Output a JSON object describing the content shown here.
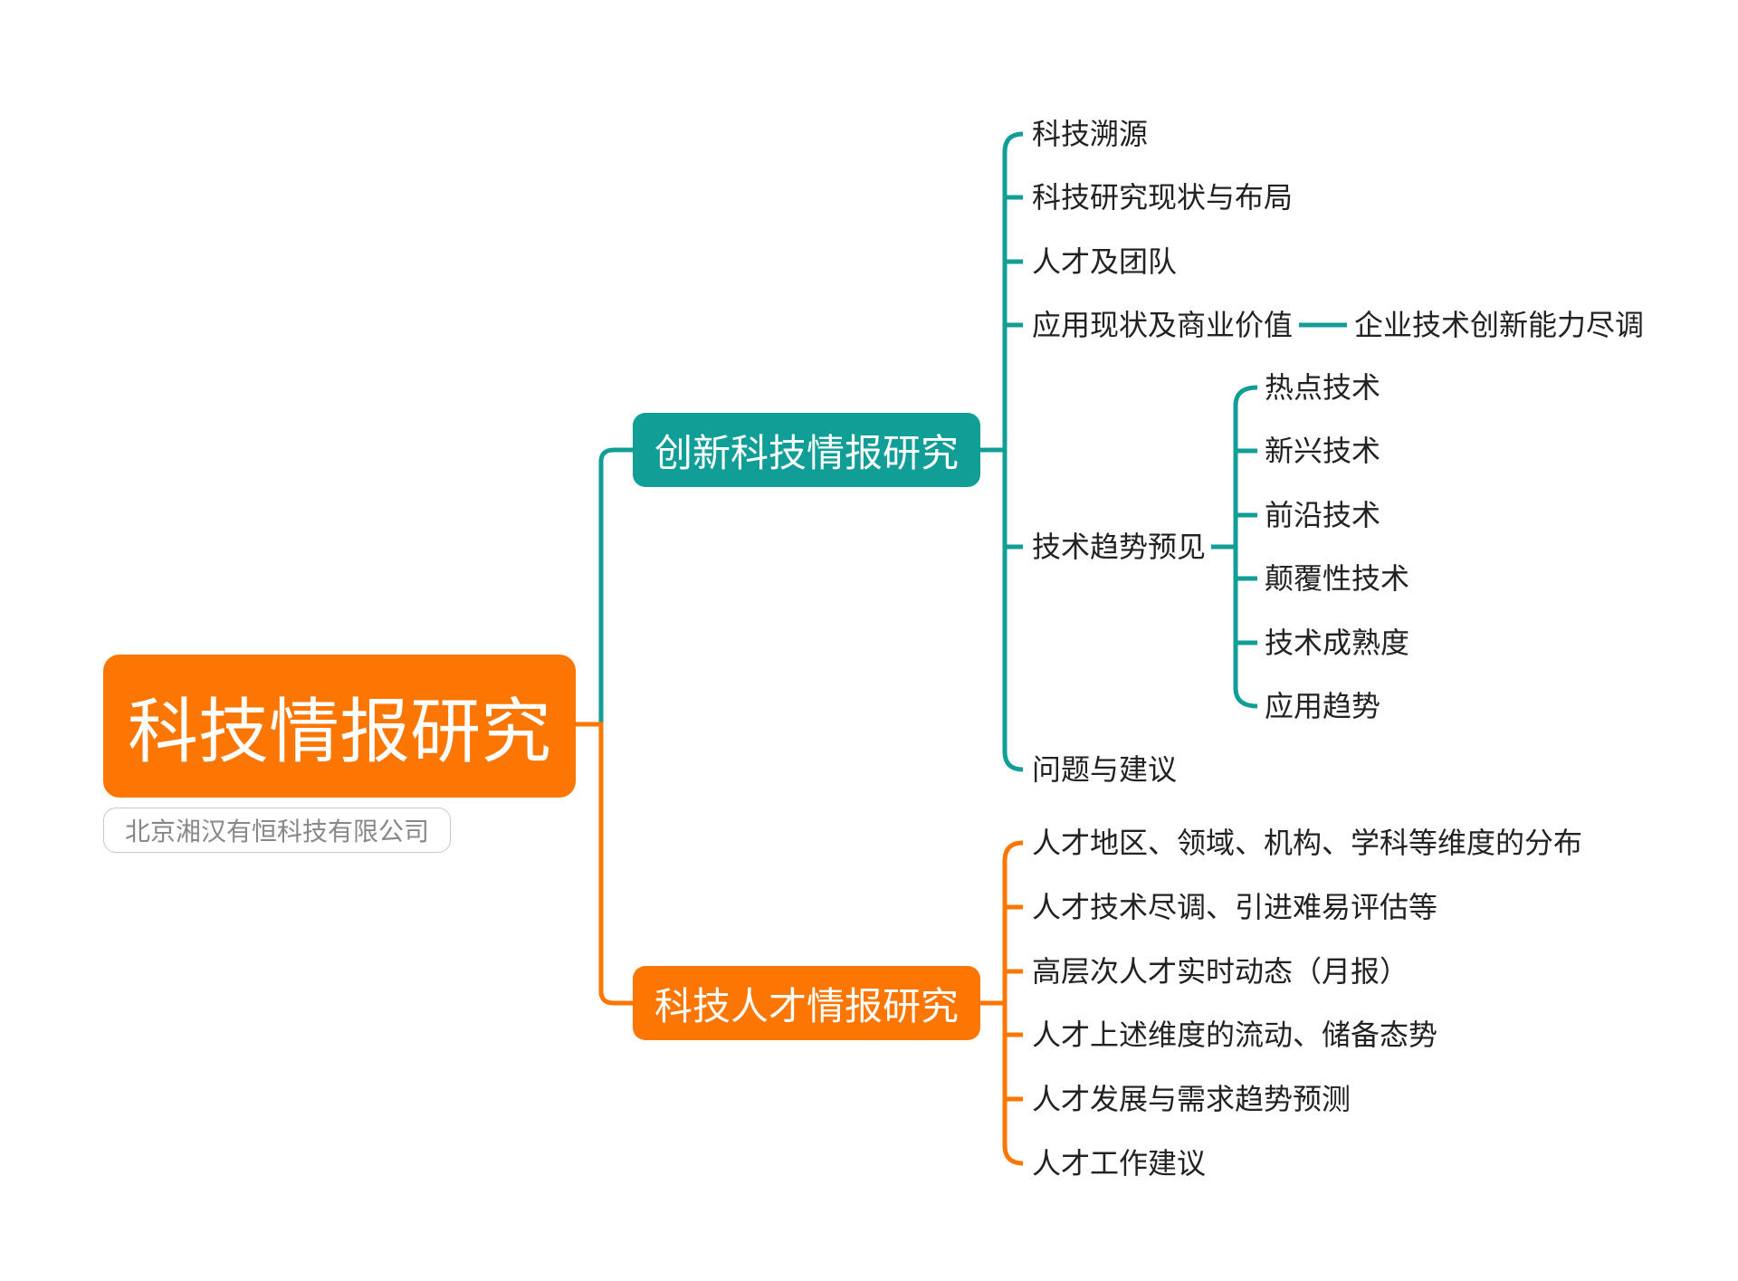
{
  "colors": {
    "teal": "#109e97",
    "orange": "#fb7603"
  },
  "root": {
    "title": "科技情报研究",
    "note": "北京湘汉有恒科技有限公司"
  },
  "branches": [
    {
      "label": "创新科技情报研究",
      "color": "teal",
      "children": [
        {
          "label": "科技溯源"
        },
        {
          "label": "科技研究现状与布局"
        },
        {
          "label": "人才及团队"
        },
        {
          "label": "应用现状及商业价值",
          "children": [
            {
              "label": "企业技术创新能力尽调"
            }
          ]
        },
        {
          "label": "技术趋势预见",
          "children": [
            {
              "label": "热点技术"
            },
            {
              "label": "新兴技术"
            },
            {
              "label": "前沿技术"
            },
            {
              "label": "颠覆性技术"
            },
            {
              "label": "技术成熟度"
            },
            {
              "label": "应用趋势"
            }
          ]
        },
        {
          "label": "问题与建议"
        }
      ]
    },
    {
      "label": "科技人才情报研究",
      "color": "orange",
      "children": [
        {
          "label": "人才地区、领域、机构、学科等维度的分布"
        },
        {
          "label": "人才技术尽调、引进难易评估等"
        },
        {
          "label": "高层次人才实时动态（月报）"
        },
        {
          "label": "人才上述维度的流动、储备态势"
        },
        {
          "label": "人才发展与需求趋势预测"
        },
        {
          "label": "人才工作建议"
        }
      ]
    }
  ]
}
